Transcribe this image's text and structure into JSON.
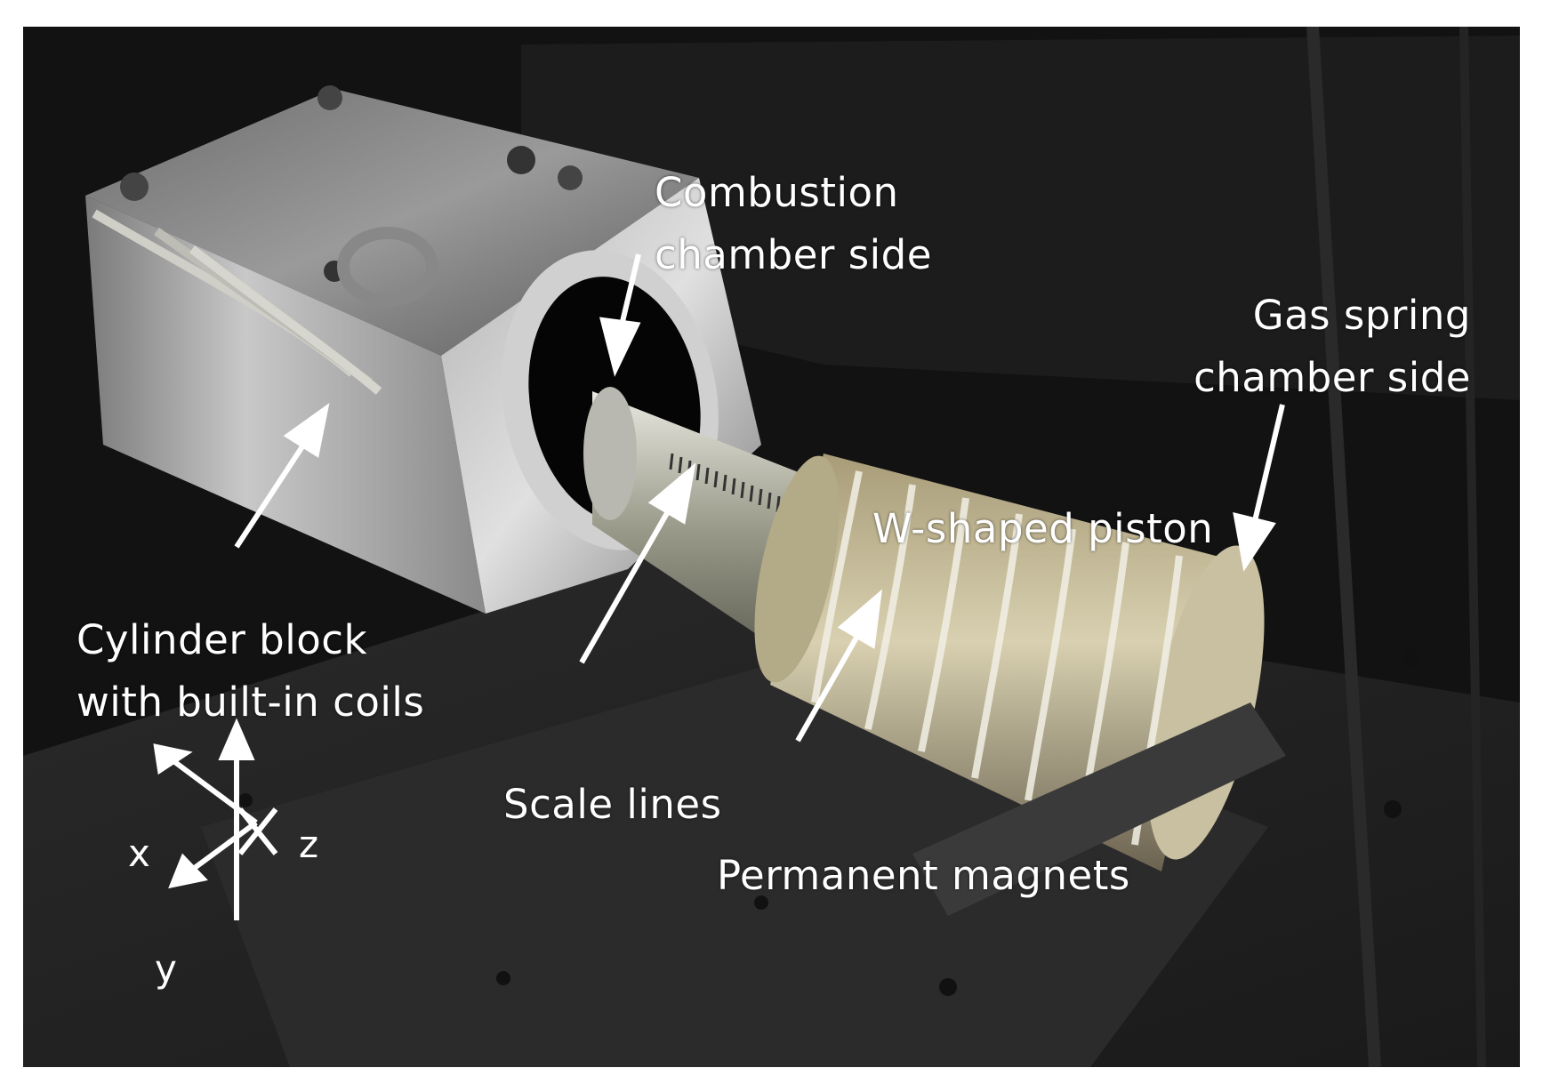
{
  "labels": {
    "combustion": [
      "Combustion",
      "chamber side"
    ],
    "gas_spring": [
      "Gas spring",
      "chamber side"
    ],
    "piston": "W-shaped piston",
    "cylinder": [
      "Cylinder block",
      "with built-in coils"
    ],
    "scale": "Scale lines",
    "magnets": "Permanent magnets"
  },
  "axes": {
    "x": "x",
    "y": "y",
    "z": "z"
  },
  "colors": {
    "label": "#ffffff",
    "background": "#0d0d0d"
  }
}
